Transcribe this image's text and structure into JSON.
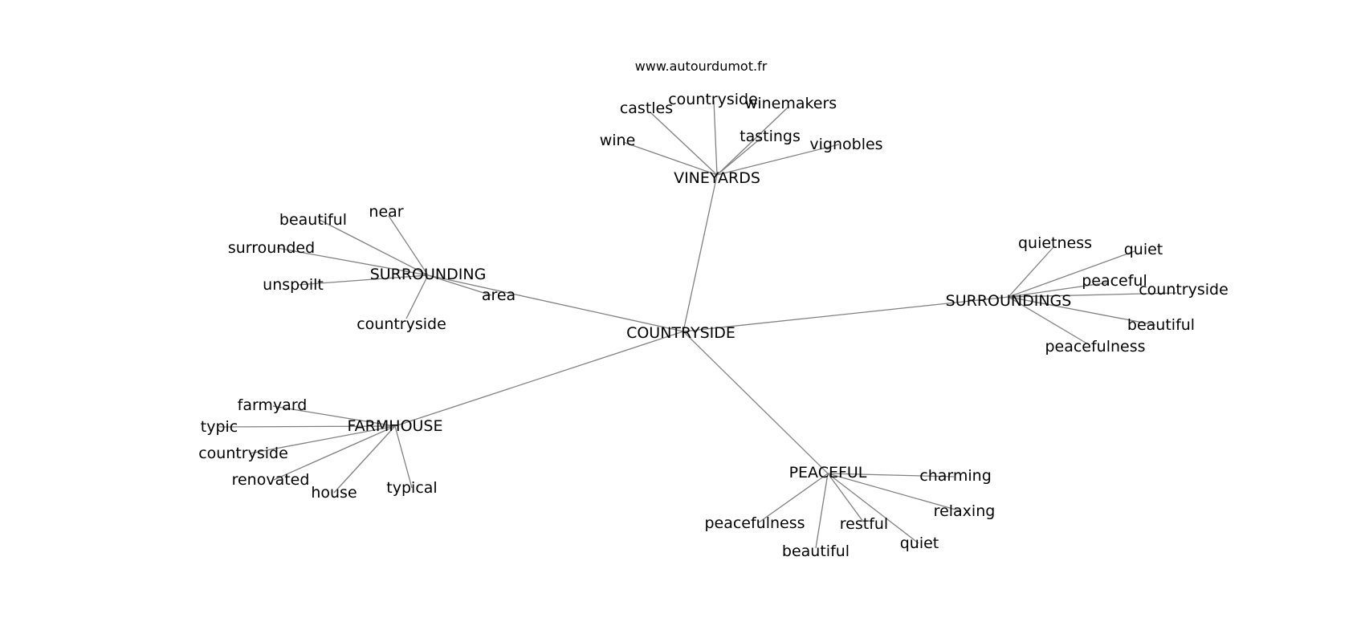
{
  "watermark": "www.autourdumot.fr",
  "colors": {
    "edge": "#808080",
    "text": "#000000",
    "background": "#ffffff"
  },
  "center": {
    "id": "countryside",
    "label": "COUNTRYSIDE"
  },
  "clusters": [
    {
      "id": "vineyards",
      "label": "VINEYARDS",
      "words": [
        "castles",
        "countryside",
        "winemakers",
        "wine",
        "tastings",
        "vignobles"
      ]
    },
    {
      "id": "surrounding",
      "label": "SURROUNDING",
      "words": [
        "near",
        "beautiful",
        "surrounded",
        "unspoilt",
        "countryside",
        "area"
      ]
    },
    {
      "id": "surroundings",
      "label": "SURROUNDINGS",
      "words": [
        "quietness",
        "quiet",
        "peaceful",
        "countryside",
        "beautiful",
        "peacefulness"
      ]
    },
    {
      "id": "farmhouse",
      "label": "FARMHOUSE",
      "words": [
        "farmyard",
        "typic",
        "countryside",
        "renovated",
        "house",
        "typical"
      ]
    },
    {
      "id": "peaceful",
      "label": "PEACEFUL",
      "words": [
        "charming",
        "relaxing",
        "peacefulness",
        "restful",
        "quiet",
        "beautiful"
      ]
    }
  ]
}
